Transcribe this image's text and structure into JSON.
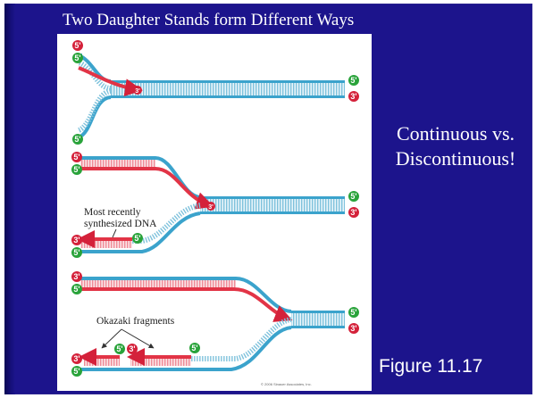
{
  "slide": {
    "title": "Two Daughter Stands form Different Ways",
    "side_text": {
      "line1": "Continuous vs.",
      "line2": "Discontinuous!"
    },
    "figure_number": "Figure 11.17"
  },
  "diagram": {
    "label_recent": {
      "line1": "Most recently",
      "line2": "synthesized DNA"
    },
    "label_okazaki": "Okazaki fragments",
    "copyright": "© 2006 Sinauer Associates, Inc.",
    "end_labels": {
      "five_prime": "5'",
      "three_prime": "3'"
    },
    "colors": {
      "parent_strand": "#3ba3cc",
      "new_strand": "#e23446",
      "five_prime_badge": "#29a33a",
      "three_prime_badge": "#d4213a"
    }
  }
}
